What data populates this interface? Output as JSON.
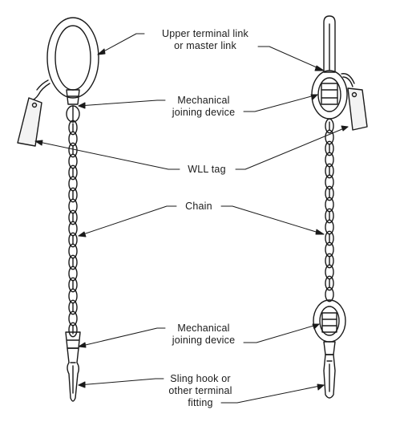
{
  "labels": {
    "upper_terminal_line1": "Upper terminal link",
    "upper_terminal_line2": "or master link",
    "mech_join_top_line1": "Mechanical",
    "mech_join_top_line2": "joining device",
    "wll_tag": "WLL tag",
    "chain": "Chain",
    "mech_join_bottom_line1": "Mechanical",
    "mech_join_bottom_line2": "joining device",
    "sling_hook_line1": "Sling hook or",
    "sling_hook_line2": "other terminal",
    "sling_hook_line3": "fitting"
  },
  "colors": {
    "ink": "#1a1a1a",
    "tag_fill": "#f3f3f3"
  }
}
